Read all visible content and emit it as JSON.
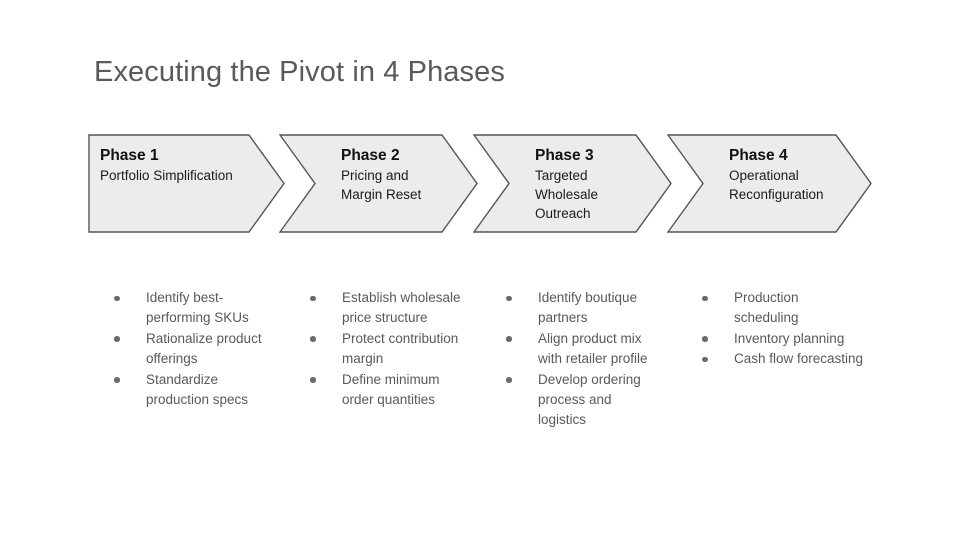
{
  "slide": {
    "title": "Executing the Pivot in 4 Phases",
    "background_color": "#ffffff",
    "title_color": "#5a5a5a"
  },
  "style": {
    "chevron_fill": "#ececec",
    "chevron_border": "#555555",
    "bullet_text_color": "#595959",
    "bullet_dot_color": "#6b6b6b"
  },
  "phases": [
    {
      "heading": "Phase 1",
      "subtitle": "Portfolio Simplification",
      "bullets": [
        "Identify best-performing SKUs",
        "Rationalize product offerings",
        "Standardize production specs"
      ]
    },
    {
      "heading": "Phase 2",
      "subtitle": "Pricing and Margin Reset",
      "bullets": [
        "Establish wholesale price structure",
        "Protect contribution margin",
        "Define minimum order quantities"
      ]
    },
    {
      "heading": "Phase 3",
      "subtitle": "Targeted Wholesale Outreach",
      "bullets": [
        "Identify boutique partners",
        "Align product mix with retailer profile",
        "Develop ordering process and logistics"
      ]
    },
    {
      "heading": "Phase 4",
      "subtitle": "Operational Reconfiguration",
      "bullets": [
        "Production scheduling",
        "Inventory planning",
        "Cash flow forecasting"
      ]
    }
  ]
}
